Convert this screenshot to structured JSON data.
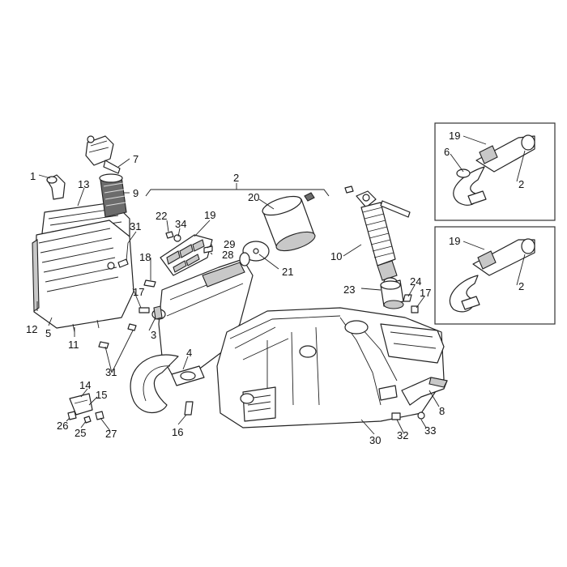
{
  "diagram": {
    "callouts": {
      "c1": "1",
      "c2": "2",
      "c3": "3",
      "c4": "4",
      "c5": "5",
      "c7": "7",
      "c8": "8",
      "c9": "9",
      "c10": "10",
      "c11": "11",
      "c12": "12",
      "c13": "13",
      "c14": "14",
      "c15": "15",
      "c16": "16",
      "c17a": "17",
      "c17b": "17",
      "c18": "18",
      "c19": "19",
      "c20": "20",
      "c21": "21",
      "c22": "22",
      "c23": "23",
      "c24": "24",
      "c25": "25",
      "c26": "26",
      "c27": "27",
      "c28": "28",
      "c29": "29",
      "c30": "30",
      "c31a": "31",
      "c31b": "31",
      "c32": "32",
      "c33": "33",
      "c34": "34"
    },
    "inset_top": {
      "c19": "19",
      "c6": "6",
      "c2": "2"
    },
    "inset_bottom": {
      "c19": "19",
      "c2": "2"
    }
  }
}
